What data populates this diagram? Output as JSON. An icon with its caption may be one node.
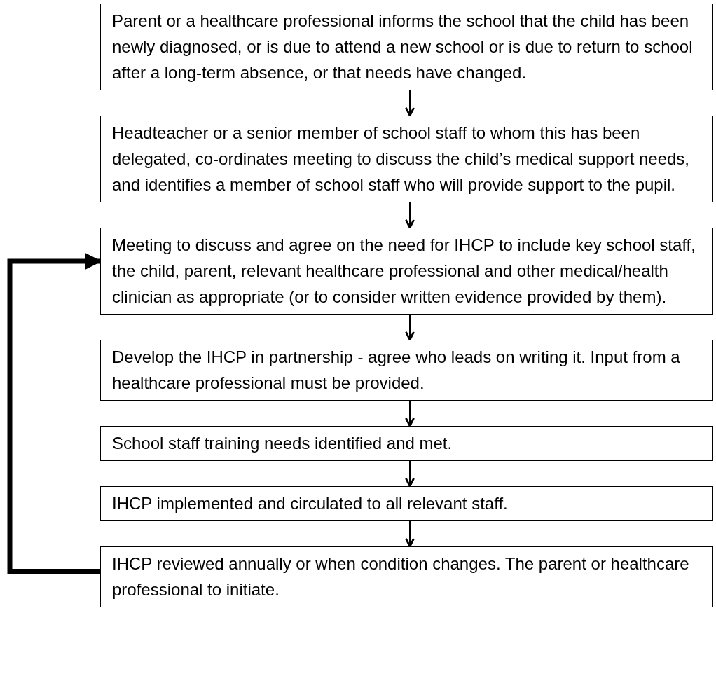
{
  "diagram": {
    "nodes": [
      {
        "text": [
          "Parent or a healthcare professional informs the school that the child has been newly diagnosed, or is due to attend a new school or is due to return to school after a long-term absence, or that needs have changed."
        ]
      },
      {
        "text": [
          "Headteacher or a senior member of school staff to whom this has been delegated, co-ordinates meeting to discuss the child’s medical support needs, and identifies a member of school staff who will provide support to the pupil."
        ]
      },
      {
        "text": [
          "Meeting to discuss and agree on the need for IHCP to include key school staff, the child, parent, relevant healthcare professional and other medical/health clinician as appropriate (or to consider written evidence provided by them)."
        ]
      },
      {
        "text": [
          "Develop the IHCP in partnership - agree who leads on writing it. Input from a healthcare professional must be provided."
        ]
      },
      {
        "text": [
          "School staff training needs identified and met."
        ]
      },
      {
        "text": [
          "IHCP implemented and circulated to all relevant staff."
        ]
      },
      {
        "text": [
          "IHCP reviewed annually or when condition changes. The parent or healthcare professional to initiate."
        ]
      }
    ],
    "edges": [
      {
        "from": 0,
        "to": 1,
        "arrow": "to"
      },
      {
        "from": 1,
        "to": 2,
        "arrow": "to"
      },
      {
        "from": 2,
        "to": 3,
        "arrow": "to"
      },
      {
        "from": 3,
        "to": 4,
        "arrow": "to"
      },
      {
        "from": 4,
        "to": 5,
        "arrow": "to"
      },
      {
        "from": 5,
        "to": 6,
        "arrow": "to"
      },
      {
        "from": 6,
        "to": 2,
        "arrow": "to",
        "style": "thick"
      }
    ]
  }
}
